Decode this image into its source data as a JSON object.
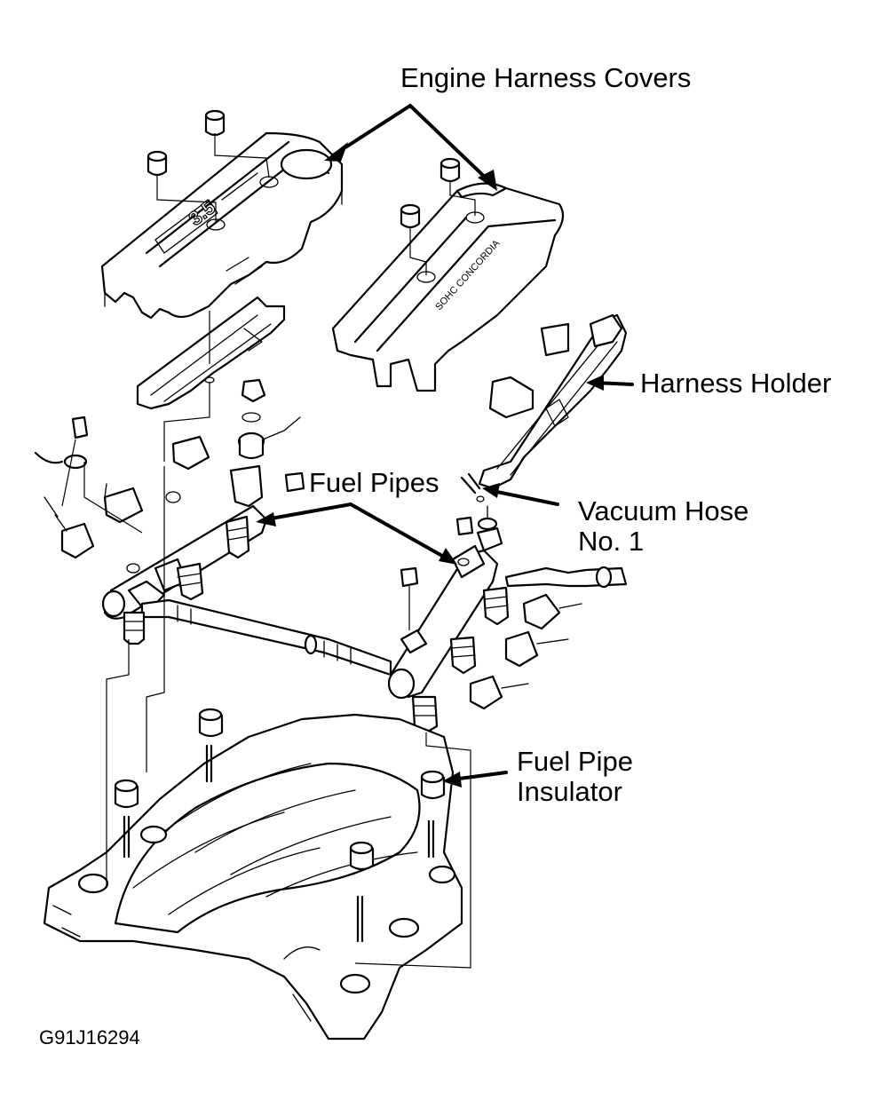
{
  "labels": {
    "engine_harness_covers": "Engine Harness Covers",
    "harness_holder": "Harness Holder",
    "fuel_pipes": "Fuel Pipes",
    "vacuum_hose_line1": "Vacuum Hose",
    "vacuum_hose_line2": "No. 1",
    "fuel_pipe_insulator_line1": "Fuel Pipe",
    "fuel_pipe_insulator_line2": "Insulator"
  },
  "figure_id": "G91J16294",
  "cover_logo_left": "3.5",
  "cover_logo_right": "SOHC CONCORDIA"
}
